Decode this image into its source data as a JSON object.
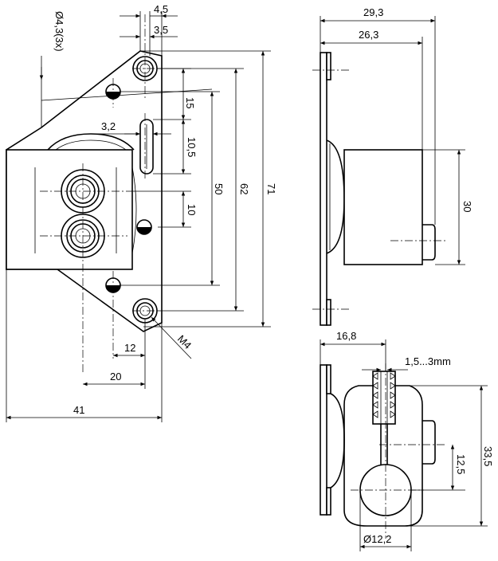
{
  "dimensions": {
    "d_4_5": "4,5",
    "d_3_5": "3,5",
    "hole_dia": "Ø4,3(3x)",
    "d_15": "15",
    "d_3_2": "3,2",
    "d_10_5": "10,5",
    "d_50": "50",
    "d_62": "62",
    "d_71": "71",
    "d_10": "10",
    "d_12": "12",
    "thread": "M4",
    "d_20": "20",
    "d_41": "41",
    "d_29_3": "29,3",
    "d_26_3": "26,3",
    "d_30": "30",
    "d_16_8": "16,8",
    "gap_range": "1,5...3mm",
    "d_33_5": "33,5",
    "d_12_5": "12,5",
    "shaft_dia": "Ø12,2"
  }
}
